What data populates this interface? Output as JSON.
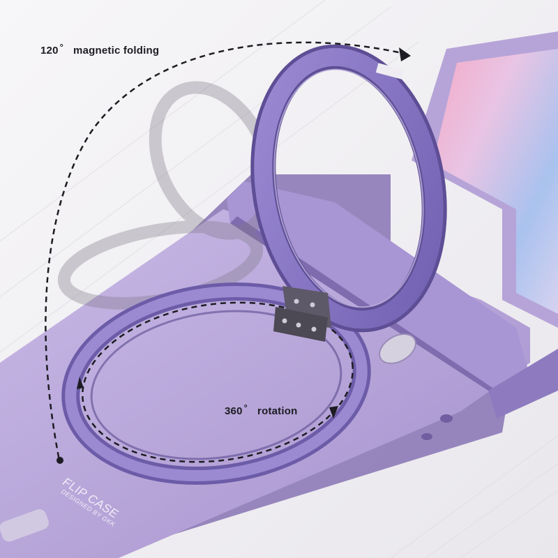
{
  "scene": {
    "subject": "Purple flip phone case with magnetic ring stand",
    "colors": {
      "background": "#f3f1f4",
      "case": "#b6a4d6",
      "case_shadow": "#8d7ab7",
      "ring": "#8b78c4",
      "ring_dark": "#5e4e96",
      "screen_pink": "#f1a9c8",
      "screen_blue": "#9fb8e6",
      "hinge": "#6e6a74"
    }
  },
  "annotations": {
    "folding": {
      "angle": "120",
      "degree_symbol": "°",
      "text": "magnetic folding"
    },
    "rotation": {
      "angle": "360",
      "degree_symbol": "°",
      "text": "rotation"
    }
  },
  "branding": {
    "line1": "FLIP CASE",
    "line2": "DESIGNED BY GKK"
  }
}
